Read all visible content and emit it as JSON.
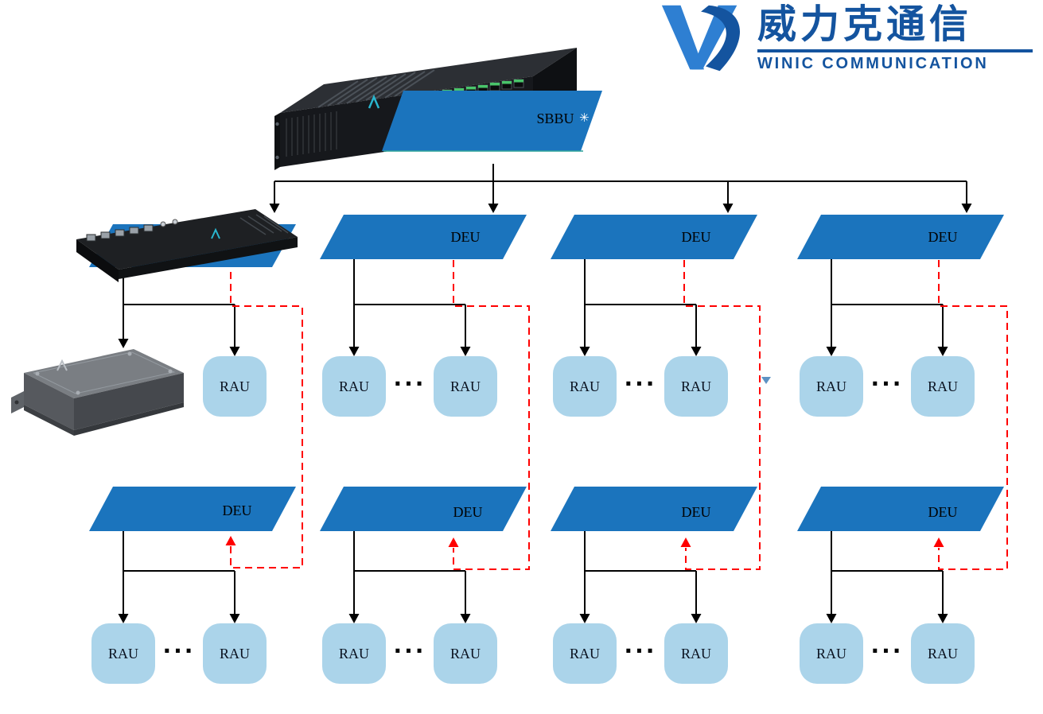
{
  "logo": {
    "brand_cn": "威力克通信",
    "brand_en": "WINIC COMMUNICATION"
  },
  "diagram": {
    "root": {
      "label": "SBBU",
      "star": "✳"
    },
    "row1": [
      {
        "unit_label": "",
        "raus": [
          "RAU"
        ],
        "dots": ""
      },
      {
        "unit_label": "DEU",
        "raus": [
          "RAU",
          "RAU"
        ],
        "dots": "···"
      },
      {
        "unit_label": "DEU",
        "raus": [
          "RAU",
          "RAU"
        ],
        "dots": "···"
      },
      {
        "unit_label": "DEU",
        "raus": [
          "RAU",
          "RAU"
        ],
        "dots": "···"
      }
    ],
    "row2": [
      {
        "unit_label": "DEU",
        "raus": [
          "RAU",
          "RAU"
        ],
        "dots": "···"
      },
      {
        "unit_label": "DEU",
        "raus": [
          "RAU",
          "RAU"
        ],
        "dots": "···"
      },
      {
        "unit_label": "DEU",
        "raus": [
          "RAU",
          "RAU"
        ],
        "dots": "···"
      },
      {
        "unit_label": "DEU",
        "raus": [
          "RAU",
          "RAU"
        ],
        "dots": "···"
      }
    ]
  },
  "colors": {
    "unit_blue": "#1b74bd",
    "rau_blue": "#abd4ea",
    "logo_blue": "#14549f",
    "cascade_red": "#ff0000",
    "line_black": "#000000"
  }
}
